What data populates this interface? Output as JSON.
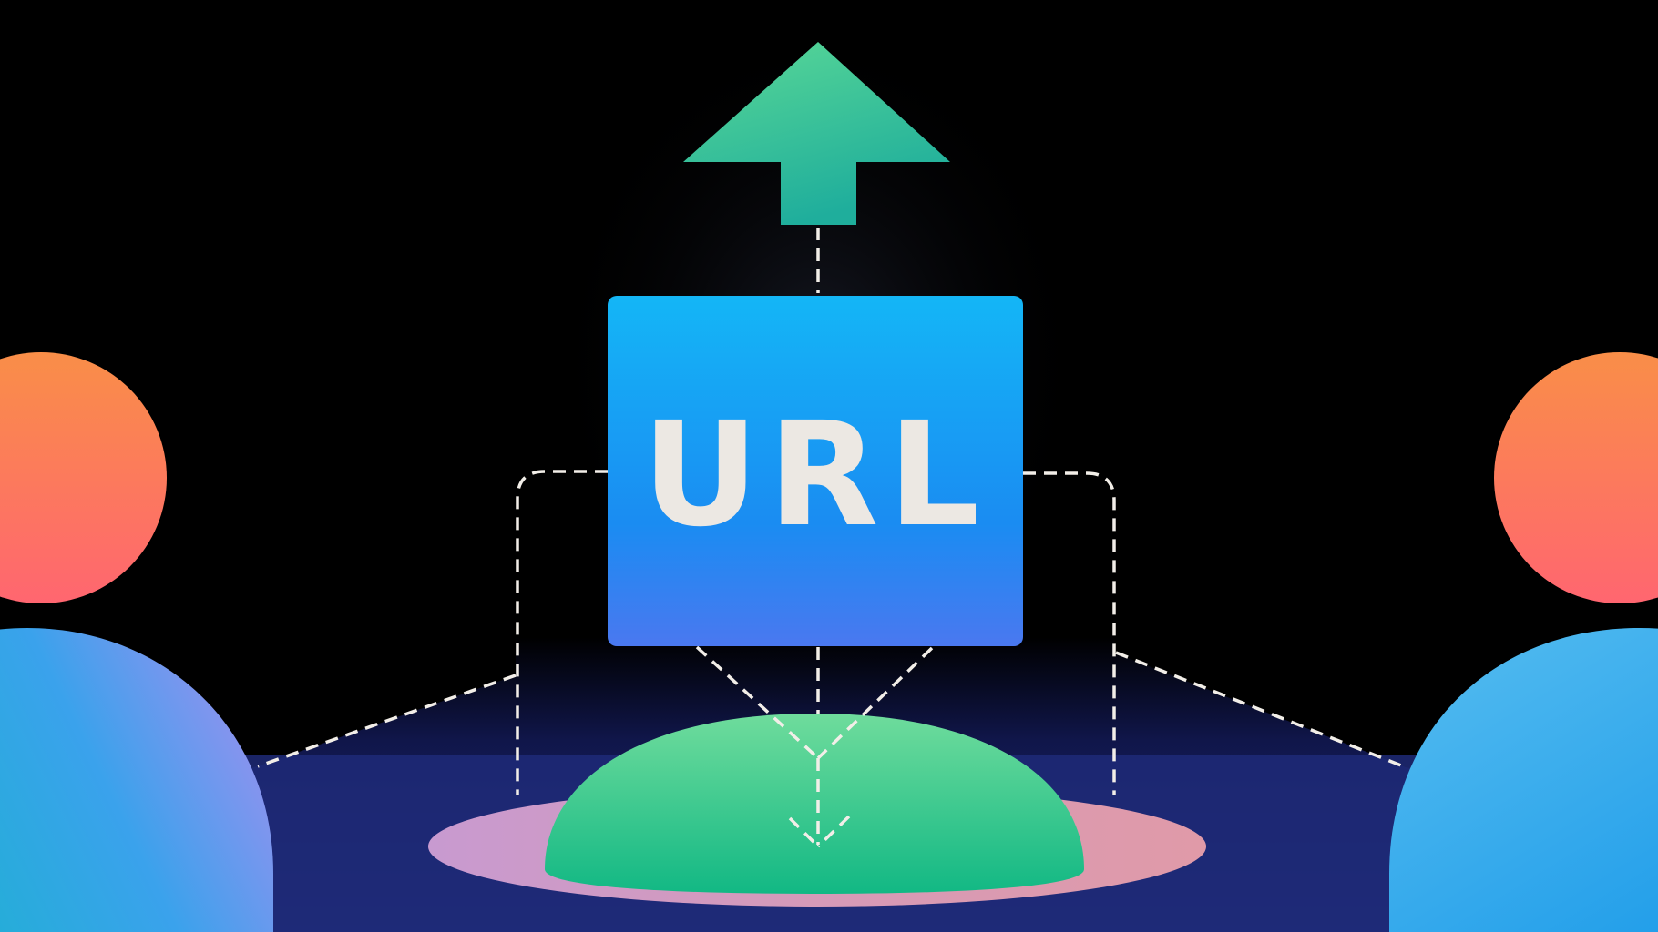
{
  "illustration": {
    "label": "URL",
    "elements": {
      "upload_arrow": "up-arrow-icon",
      "url_card": "url-card",
      "dome": "dome",
      "platform": "platform-ellipse",
      "person_left": "person-icon",
      "person_right": "person-icon"
    }
  },
  "colors": {
    "background": "#000000",
    "floor": "#1f2a78",
    "arrow_top": "#4fd48e",
    "arrow_bottom": "#20b39a",
    "card_top": "#12b4f5",
    "card_bottom": "#2f7cf0",
    "card_text": "#ece8e3",
    "dome_top": "#5fdb98",
    "dome_bottom": "#14b985",
    "platform": "#d89ab8",
    "head_top": "#fb8a4a",
    "head_bottom": "#ff6a6e",
    "body_left_a": "#1fb8d0",
    "body_left_b": "#a58cf0",
    "body_right": "#2ba6ee",
    "dash": "#f2eee8"
  }
}
